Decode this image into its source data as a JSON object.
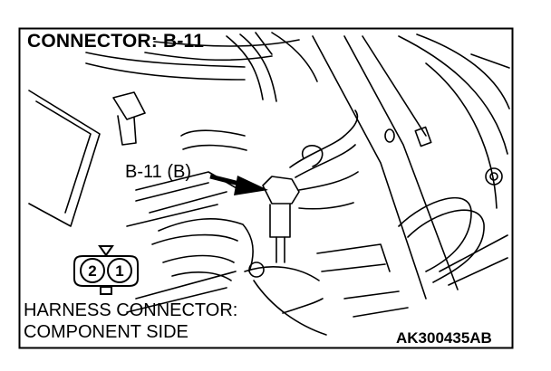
{
  "diagram": {
    "title": "CONNECTOR: B-11",
    "callout": "B-11 (B)",
    "harness_line1": "HARNESS CONNECTOR:",
    "harness_line2": "COMPONENT SIDE",
    "figure_code": "AK300435AB",
    "pins": [
      "2",
      "1"
    ],
    "colors": {
      "ink": "#000000",
      "paper": "#ffffff"
    }
  }
}
